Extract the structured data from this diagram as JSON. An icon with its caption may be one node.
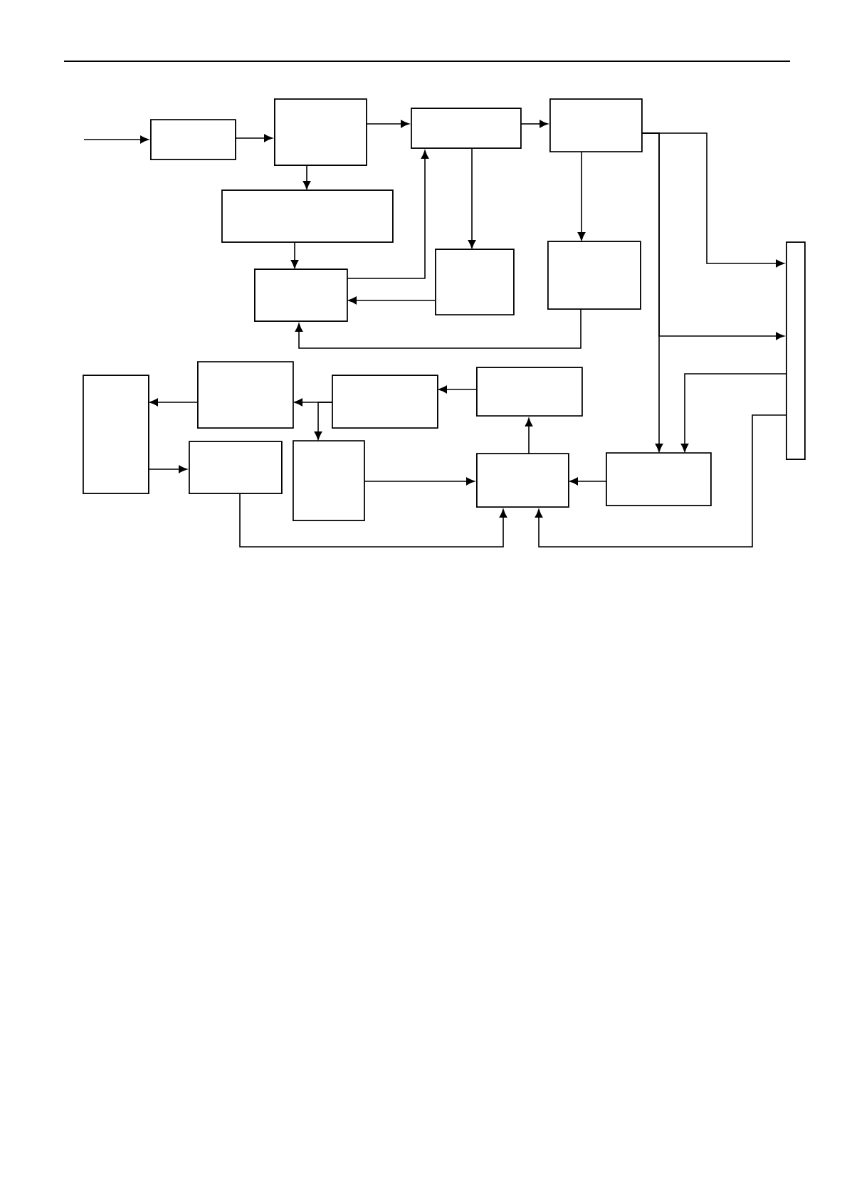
{
  "diagram": {
    "nodes": [
      {
        "text": [],
        "shape": "box"
      },
      {
        "text": [],
        "shape": "box"
      },
      {
        "text": [],
        "shape": "box"
      },
      {
        "text": [],
        "shape": "box"
      },
      {
        "text": [],
        "shape": "box"
      },
      {
        "text": [],
        "shape": "box"
      },
      {
        "text": [],
        "shape": "box"
      },
      {
        "text": [],
        "shape": "box"
      },
      {
        "text": [],
        "shape": "box"
      },
      {
        "text": [],
        "shape": "box"
      },
      {
        "text": [],
        "shape": "box"
      },
      {
        "text": [],
        "shape": "box"
      },
      {
        "text": [],
        "shape": "box"
      },
      {
        "text": [],
        "shape": "box"
      },
      {
        "text": [],
        "shape": "box"
      },
      {
        "text": [],
        "shape": "box"
      },
      {
        "text": [],
        "shape": "box"
      }
    ],
    "edges": [
      {
        "from": null,
        "to": 0,
        "arrow": "to"
      },
      {
        "from": 0,
        "to": 1,
        "arrow": "to"
      },
      {
        "from": 1,
        "to": 2,
        "arrow": "to"
      },
      {
        "from": 2,
        "to": 3,
        "arrow": "to"
      },
      {
        "from": 1,
        "to": 4,
        "arrow": "to"
      },
      {
        "from": 4,
        "to": 5,
        "arrow": "to"
      },
      {
        "from": 5,
        "to": 2,
        "arrow": "to"
      },
      {
        "from": 2,
        "to": 6,
        "arrow": "to"
      },
      {
        "from": 6,
        "to": 5,
        "arrow": "to"
      },
      {
        "from": 3,
        "to": 7,
        "arrow": "to"
      },
      {
        "from": 7,
        "to": 5,
        "arrow": "to"
      },
      {
        "from": 3,
        "to": 8,
        "arrow": "to"
      },
      {
        "from": 3,
        "to": 8,
        "arrow": "to"
      },
      {
        "from": 3,
        "to": 16,
        "arrow": "to"
      },
      {
        "from": 8,
        "to": 16,
        "arrow": "to"
      },
      {
        "from": 8,
        "to": 15,
        "arrow": "to"
      },
      {
        "from": 16,
        "to": 15,
        "arrow": "to"
      },
      {
        "from": 15,
        "to": 12,
        "arrow": "to"
      },
      {
        "from": 12,
        "to": 11,
        "arrow": "to"
      },
      {
        "from": 11,
        "to": 10,
        "arrow": "to"
      },
      {
        "from": 11,
        "to": 14,
        "arrow": "to"
      },
      {
        "from": 10,
        "to": 9,
        "arrow": "to"
      },
      {
        "from": 9,
        "to": 13,
        "arrow": "to"
      },
      {
        "from": 13,
        "to": 15,
        "arrow": "to"
      },
      {
        "from": 14,
        "to": 15,
        "arrow": "to"
      }
    ]
  }
}
